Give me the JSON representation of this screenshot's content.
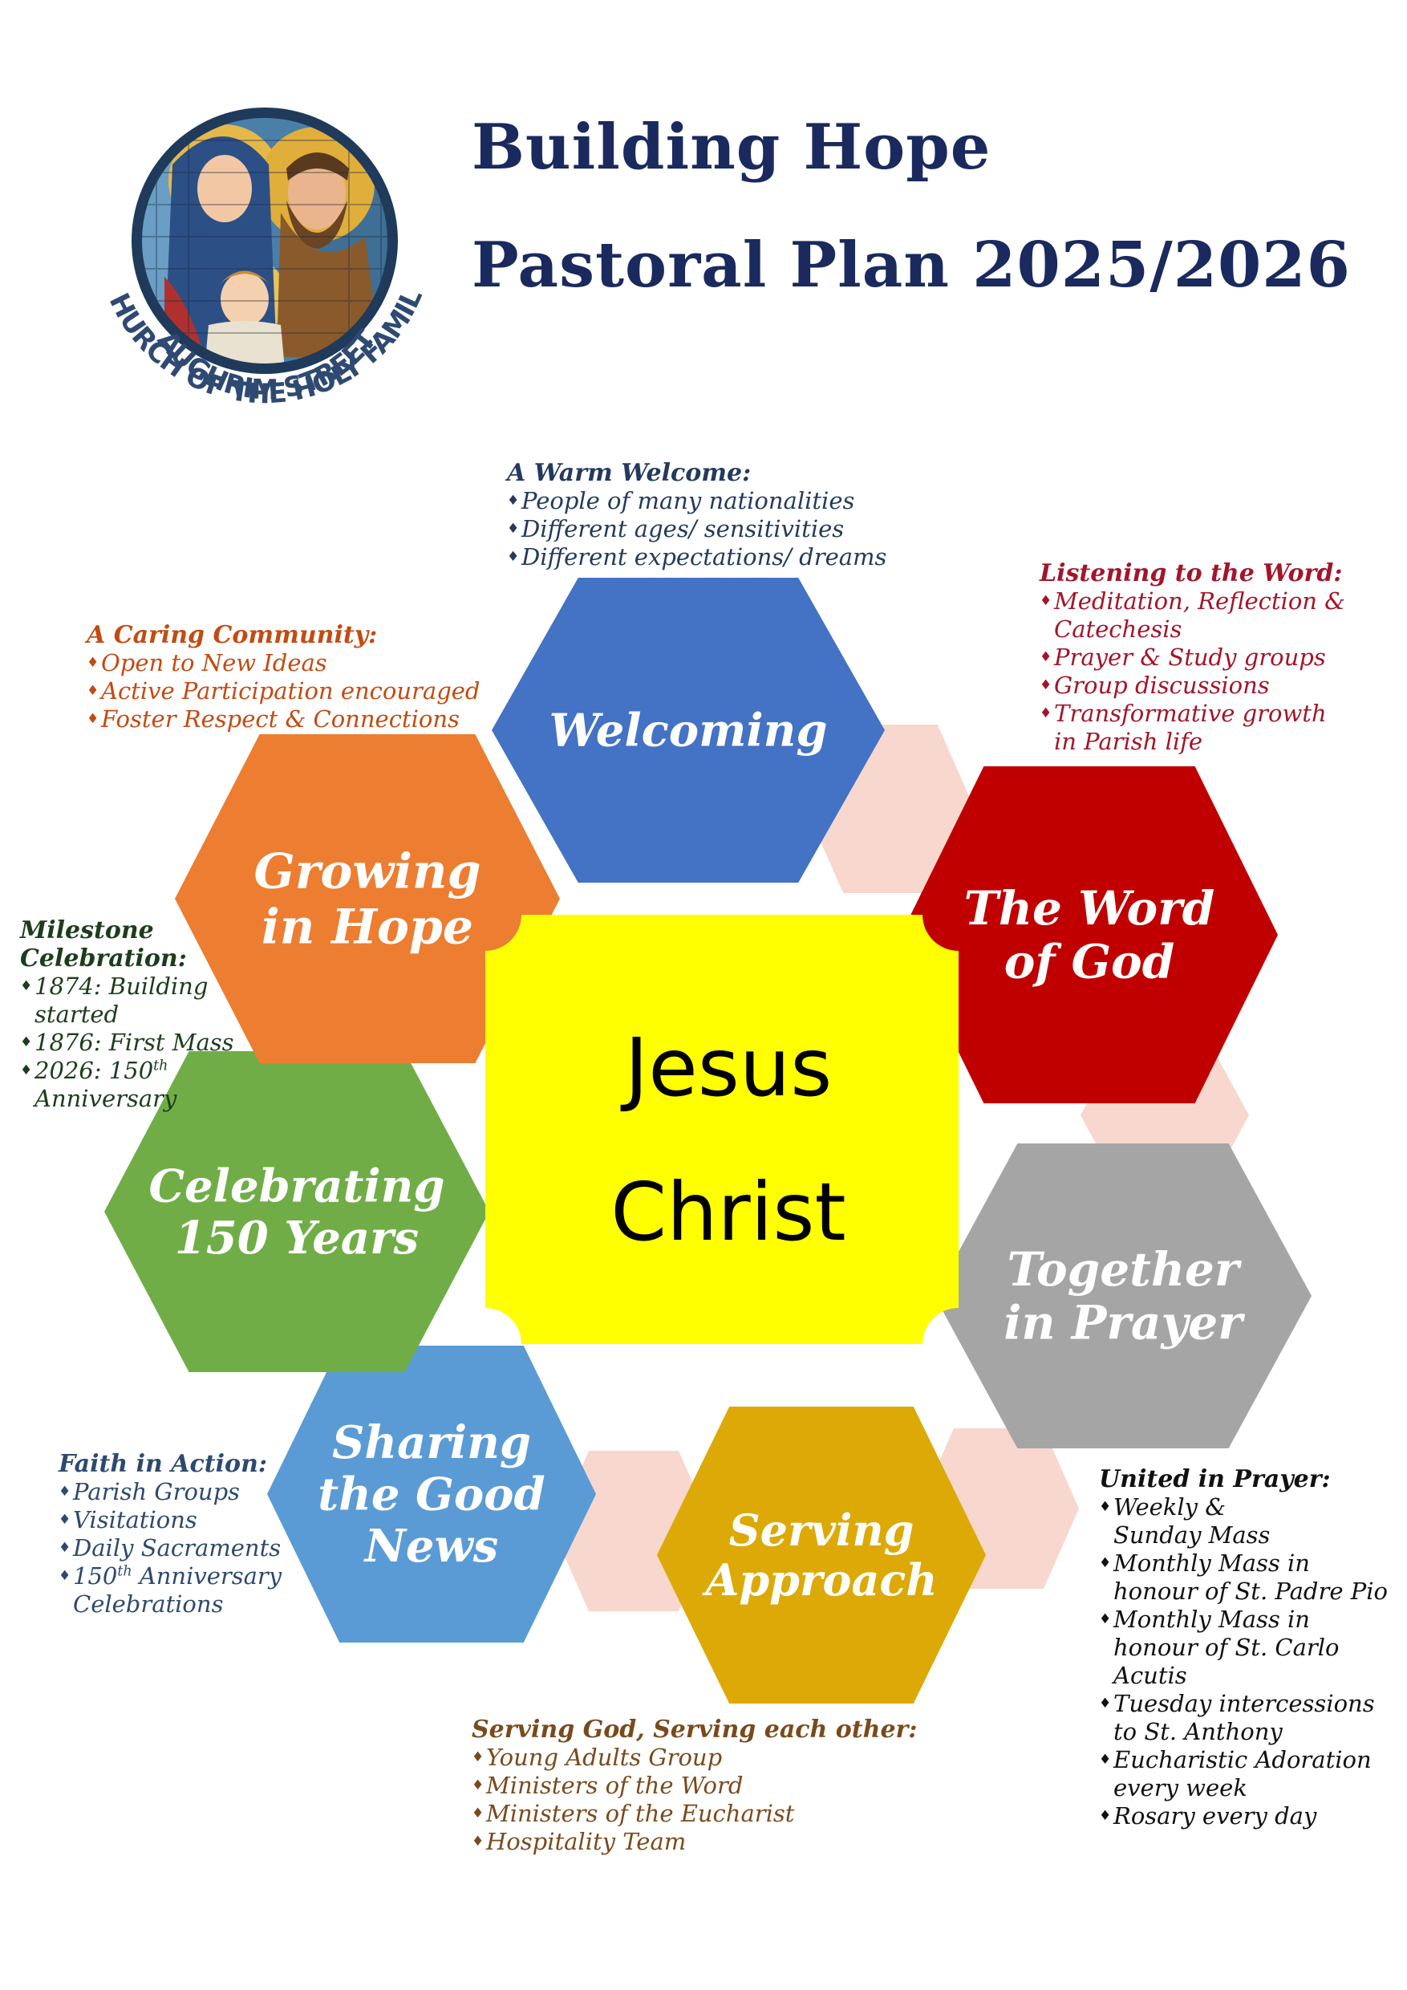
{
  "header": {
    "title_line1": "Building Hope",
    "title_line2": "Pastoral Plan 2025/2026"
  },
  "logo": {
    "text_line1": "CHURCH OF THE HOLY FAMILY",
    "text_line2": "AUGHRIM STREET"
  },
  "center": {
    "line1": "Jesus",
    "line2": "Christ",
    "color": "#ffff00"
  },
  "hexagons": [
    {
      "line1": "Welcoming",
      "line2": "",
      "color": "#4472c4"
    },
    {
      "line1": "The Word",
      "line2": "of God",
      "color": "#c00000"
    },
    {
      "line1": "Together",
      "line2": "in Prayer",
      "color": "#a5a5a5"
    },
    {
      "line1": "Serving",
      "line2": "Approach",
      "color": "#dca906"
    },
    {
      "line1": "Sharing",
      "line2": "the Good",
      "line3": "News",
      "color": "#5b9bd5"
    },
    {
      "line1": "Celebrating",
      "line2": "150 Years",
      "color": "#70ad47"
    },
    {
      "line1": "Growing",
      "line2": "in Hope",
      "color": "#ed7d31"
    }
  ],
  "connector_color": "#f8d7cf",
  "welcome": {
    "heading": "A Warm Welcome:",
    "items": [
      "People of many nationalities",
      "Different ages/ sensitivities",
      "Different expectations/ dreams"
    ]
  },
  "word": {
    "heading": "Listening to the Word:",
    "items": [
      "Meditation, Reflection &",
      "Catechesis",
      "Prayer & Study groups",
      "Group discussions",
      "Transformative growth",
      "in Parish life"
    ]
  },
  "caring": {
    "heading": "A Caring Community:",
    "items": [
      "Open to New Ideas",
      "Active Participation encouraged",
      "Foster Respect & Connections"
    ]
  },
  "milestone": {
    "heading1": "Milestone",
    "heading2": "Celebration:",
    "items": [
      "1874: Building",
      "started",
      "1876: First Mass",
      "2026: 150",
      "th",
      "Anniversary"
    ]
  },
  "faith": {
    "heading": "Faith in Action:",
    "items": [
      "Parish Groups",
      "Visitations",
      "Daily Sacraments",
      "150",
      "th",
      " Anniversary",
      "Celebrations"
    ]
  },
  "serving": {
    "heading": "Serving God, Serving each other:",
    "items": [
      "Young Adults Group",
      "Ministers of the Word",
      "Ministers of the Eucharist",
      "Hospitality Team"
    ]
  },
  "united": {
    "heading": "United in Prayer:",
    "items": [
      "Weekly &",
      "Sunday Mass",
      "Monthly Mass in",
      "honour of St. Padre Pio",
      "Monthly Mass in",
      "honour of St. Carlo",
      "Acutis",
      "Tuesday intercessions",
      "to St. Anthony",
      "Eucharistic Adoration",
      "every week",
      "Rosary every day"
    ]
  }
}
